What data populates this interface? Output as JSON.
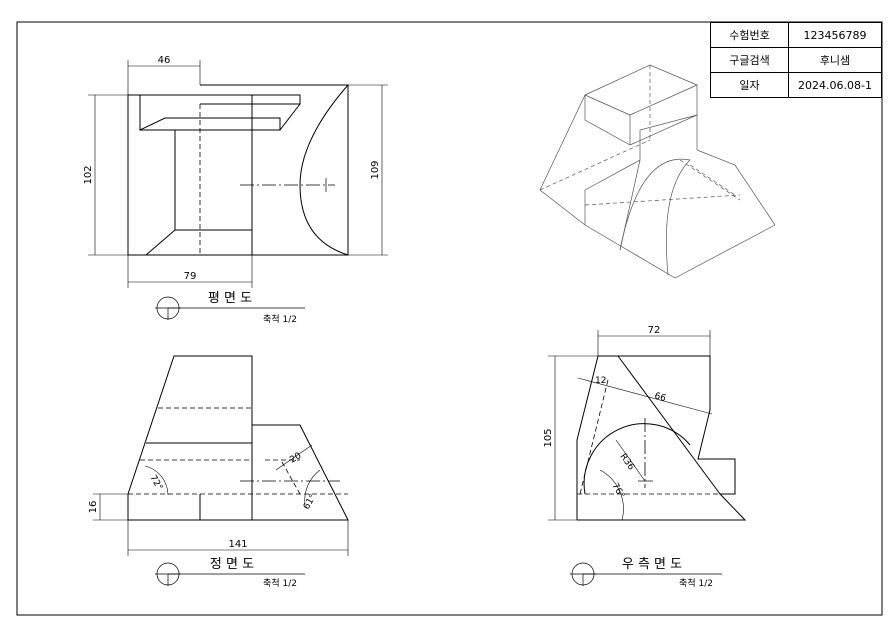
{
  "title_block": {
    "rows": [
      {
        "label": "수험번호",
        "value": "123456789"
      },
      {
        "label": "구글검색",
        "value": "후니샘"
      },
      {
        "label": "일자",
        "value": "2024.06.08-1"
      }
    ]
  },
  "views": {
    "plan": {
      "title": "평 면 도",
      "scale": "축척 1/2"
    },
    "front": {
      "title": "정 면 도",
      "scale": "축척 1/2"
    },
    "right_side": {
      "title": "우 측 면 도",
      "scale": "축척 1/2"
    }
  },
  "dimensions": {
    "plan_width_top": "46",
    "plan_height_left": "102",
    "plan_height_right": "109",
    "plan_width_bottom": "79",
    "front_width": "141",
    "front_height": "16",
    "front_angle_left": "72°",
    "front_offset": "20",
    "front_angle_right": "61°",
    "side_width": "72",
    "side_height": "105",
    "side_offset": "12",
    "side_slant": "66",
    "side_radius": "R36",
    "side_angle": "76°"
  }
}
